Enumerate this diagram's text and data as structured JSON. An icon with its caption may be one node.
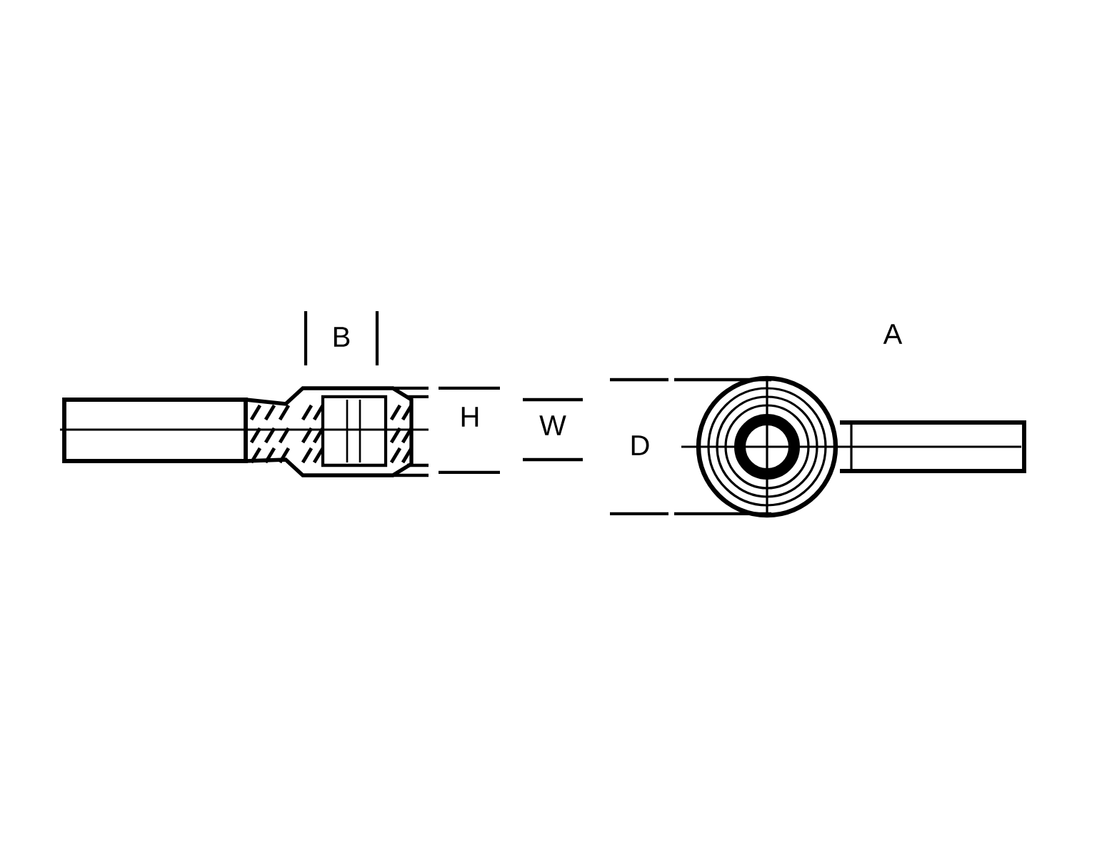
{
  "diagram": {
    "labels": [
      "B",
      "H",
      "W",
      "D",
      "A"
    ]
  }
}
